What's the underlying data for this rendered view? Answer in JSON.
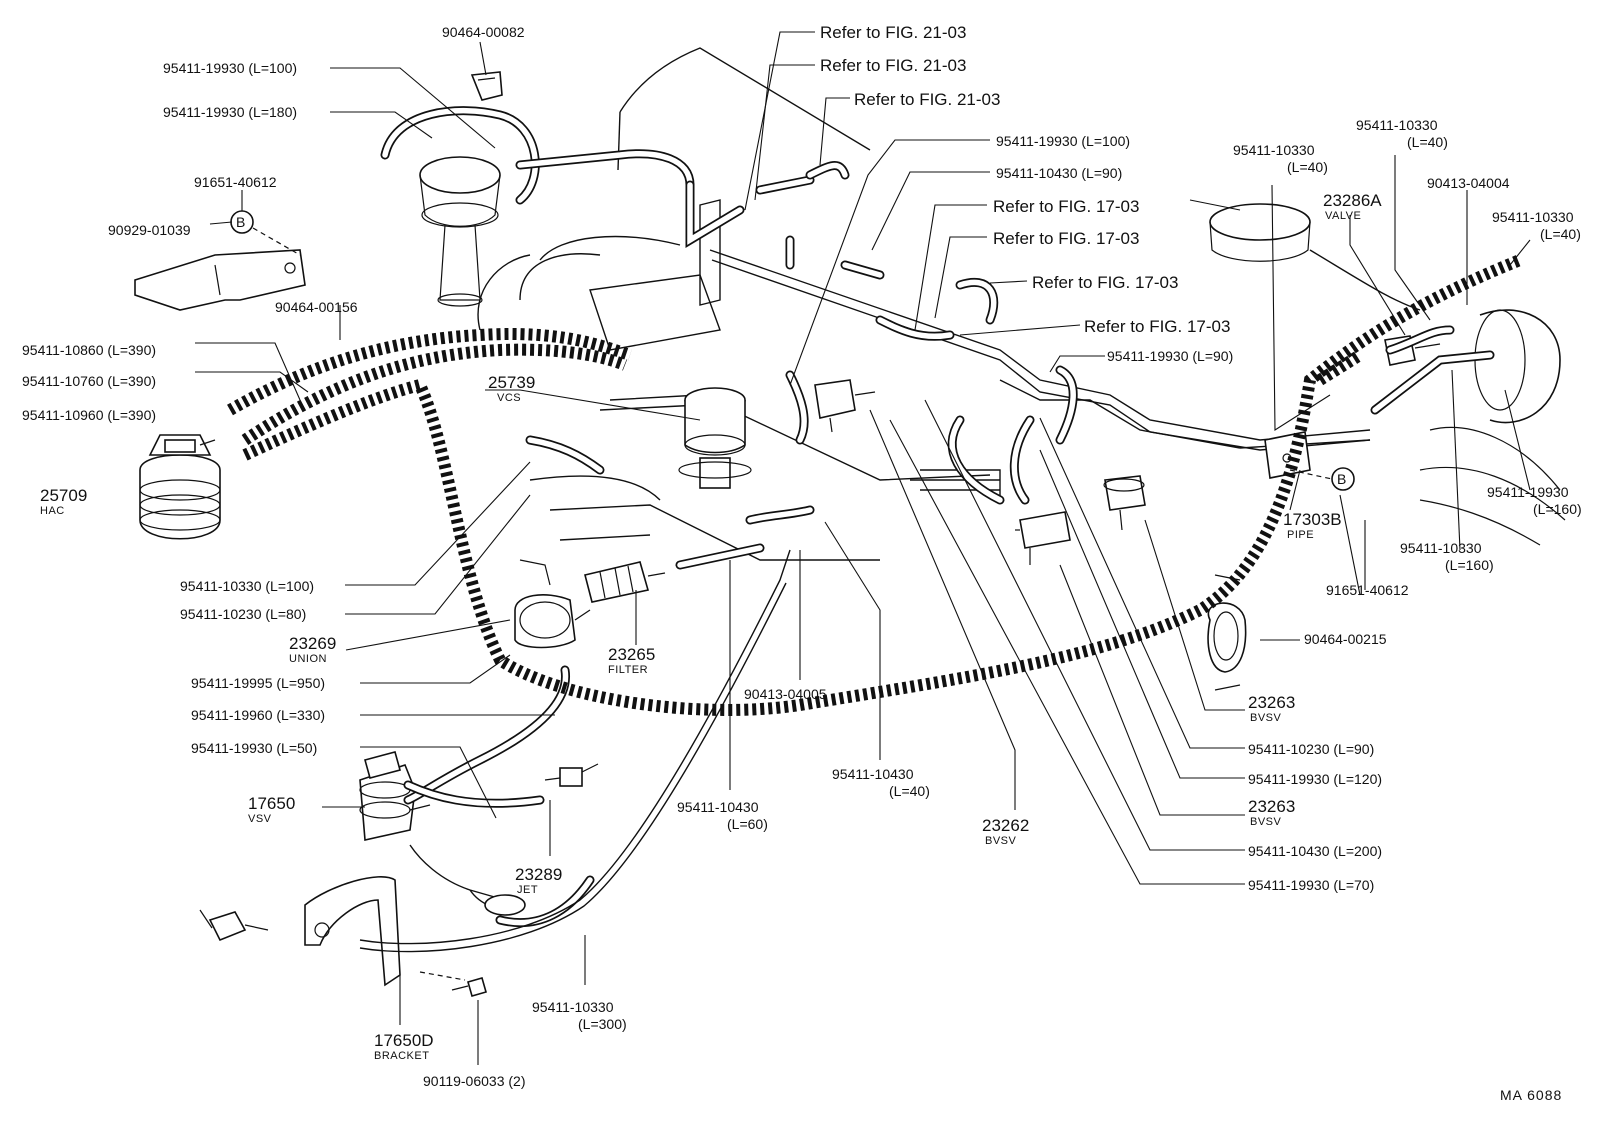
{
  "labels": {
    "l_90464_00082": "90464-00082",
    "l_95411_19930_100a": "95411-19930 (L=100)",
    "l_95411_19930_180": "95411-19930 (L=180)",
    "l_91651_40612a": "91651-40612",
    "l_90929_01039": "90929-01039",
    "l_90464_00156": "90464-00156",
    "l_95411_10860": "95411-10860 (L=390)",
    "l_95411_10760": "95411-10760 (L=390)",
    "l_95411_10960": "95411-10960 (L=390)",
    "l_25709": "25709",
    "l_hac": "HAC",
    "l_25739": "25739",
    "l_vcs": "VCS",
    "l_95411_10330_100": "95411-10330 (L=100)",
    "l_95411_10230_80": "95411-10230 (L=80)",
    "l_23269": "23269",
    "l_union": "UNION",
    "l_23265": "23265",
    "l_filter": "FILTER",
    "l_95411_19995": "95411-19995 (L=950)",
    "l_95411_19960": "95411-19960 (L=330)",
    "l_95411_19930_50": "95411-19930 (L=50)",
    "l_17650": "17650",
    "l_vsv": "VSV",
    "l_23289": "23289",
    "l_jet": "JET",
    "l_17650d": "17650D",
    "l_bracket": "BRACKET",
    "l_90119": "90119-06033 (2)",
    "l_95411_10330_300a": "95411-10330",
    "l_95411_10330_300b": "(L=300)",
    "l_90413_04005": "90413-04005",
    "l_95411_10430_60a": "95411-10430",
    "l_95411_10430_60b": "(L=60)",
    "l_95411_10430_40a": "95411-10430",
    "l_95411_10430_40b": "(L=40)",
    "l_23262": "23262",
    "l_bvsv_a": "BVSV",
    "l_ref21a": "Refer to FIG. 21-03",
    "l_ref21b": "Refer to FIG. 21-03",
    "l_ref21c": "Refer to FIG. 21-03",
    "l_95411_19930_100b": "95411-19930 (L=100)",
    "l_95411_10430_90": "95411-10430 (L=90)",
    "l_ref17a": "Refer to FIG. 17-03",
    "l_ref17b": "Refer to FIG. 17-03",
    "l_ref17c": "Refer to FIG. 17-03",
    "l_ref17d": "Refer to FIG. 17-03",
    "l_95411_19930_90": "95411-19930 (L=90)",
    "l_95411_10330_40a1": "95411-10330",
    "l_95411_10330_40a2": "(L=40)",
    "l_95411_10330_40b1": "95411-10330",
    "l_95411_10330_40b2": "(L=40)",
    "l_23286a": "23286A",
    "l_valve": "VALVE",
    "l_90413_04004": "90413-04004",
    "l_95411_10330_40c1": "95411-10330",
    "l_95411_10330_40c2": "(L=40)",
    "l_17303b": "17303B",
    "l_pipe": "PIPE",
    "l_95411_19930_160a": "95411-19930",
    "l_95411_19930_160b": "(L=160)",
    "l_95411_10330_160a": "95411-10330",
    "l_95411_10330_160b": "(L=160)",
    "l_91651_40612b": "91651-40612",
    "l_90464_00215": "90464-00215",
    "l_23263a": "23263",
    "l_bvsv_b": "BVSV",
    "l_95411_10230_90": "95411-10230 (L=90)",
    "l_95411_19930_120": "95411-19930 (L=120)",
    "l_23263b": "23263",
    "l_bvsv_c": "BVSV",
    "l_95411_10430_200": "95411-10430 (L=200)",
    "l_95411_19930_70": "95411-19930 (L=70)",
    "l_b_marker": "B",
    "l_corner": "MA  6088"
  }
}
